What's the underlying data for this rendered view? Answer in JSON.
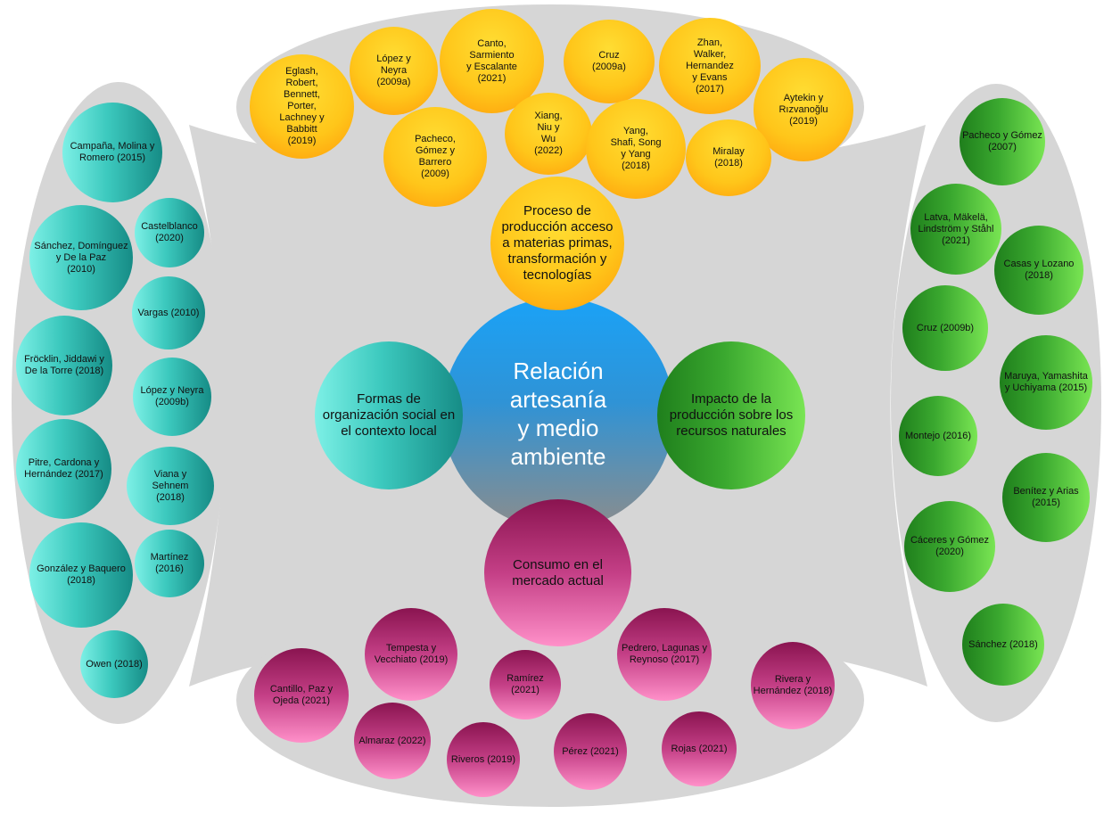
{
  "center": {
    "label": "Relación\nartesanía\ny medio\nambiente"
  },
  "hubs": {
    "top": "Proceso de\nproducción acceso\na materias primas,\ntransformación y\ntecnologías",
    "left": "Formas de\norganización social en\nel contexto local",
    "right": "Impacto de la\nproducción sobre los\nrecursos naturales",
    "bottom": "Consumo en el\nmercado actual"
  },
  "top_refs": [
    "Eglash,\nRobert,\nBennett,\nPorter,\nLachney y\nBabbitt\n(2019)",
    "López y\nNeyra\n(2009a)",
    "Canto,\nSarmiento\ny Escalante\n(2021)",
    "Cruz\n(2009a)",
    "Zhan,\nWalker,\nHernandez\ny Evans\n(2017)",
    "Aytekin y\nRızvanoğlu\n(2019)",
    "Pacheco,\nGómez y\nBarrero\n(2009)",
    "Xiang,\nNiu y\nWu\n(2022)",
    "Yang,\nShafi, Song\ny Yang\n(2018)",
    "Miralay\n(2018)"
  ],
  "left_refs": [
    "Campaña, Molina y\nRomero (2015)",
    "Sánchez, Domínguez\ny De la Paz\n(2010)",
    "Castelblanco\n(2020)",
    "Vargas (2010)",
    "Fröcklin, Jiddawi y\nDe la Torre (2018)",
    "López y Neyra\n(2009b)",
    "Pitre, Cardona y\nHernández (2017)",
    "Viana y\nSehnem\n(2018)",
    "González y Baquero\n(2018)",
    "Martínez\n(2016)",
    "Owen (2018)"
  ],
  "right_refs": [
    "Pacheco y Gómez\n(2007)",
    "Latva, Mäkelä,\nLindström y Ståhl\n(2021)",
    "Casas y Lozano\n(2018)",
    "Cruz (2009b)",
    "Maruya, Yamashita\ny Uchiyama (2015)",
    "Montejo (2016)",
    "Benítez y Arias\n(2015)",
    "Cáceres y Gómez\n(2020)",
    "Sánchez (2018)"
  ],
  "bottom_refs": [
    "Tempesta y\nVecchiato (2019)",
    "Pedrero, Lagunas y\nReynoso (2017)",
    "Ramírez\n(2021)",
    "Rivera y\nHernández (2018)",
    "Cantillo, Paz y\nOjeda (2021)",
    "Almaraz (2022)",
    "Riveros (2019)",
    "Pérez (2021)",
    "Rojas (2021)"
  ],
  "colors": {
    "top": "#ffc61a",
    "left": "#3cc9be",
    "right": "#3aa82f",
    "bottom": "#c43f86",
    "center": "#1aa2f7",
    "panel": "#d6d6d6"
  }
}
